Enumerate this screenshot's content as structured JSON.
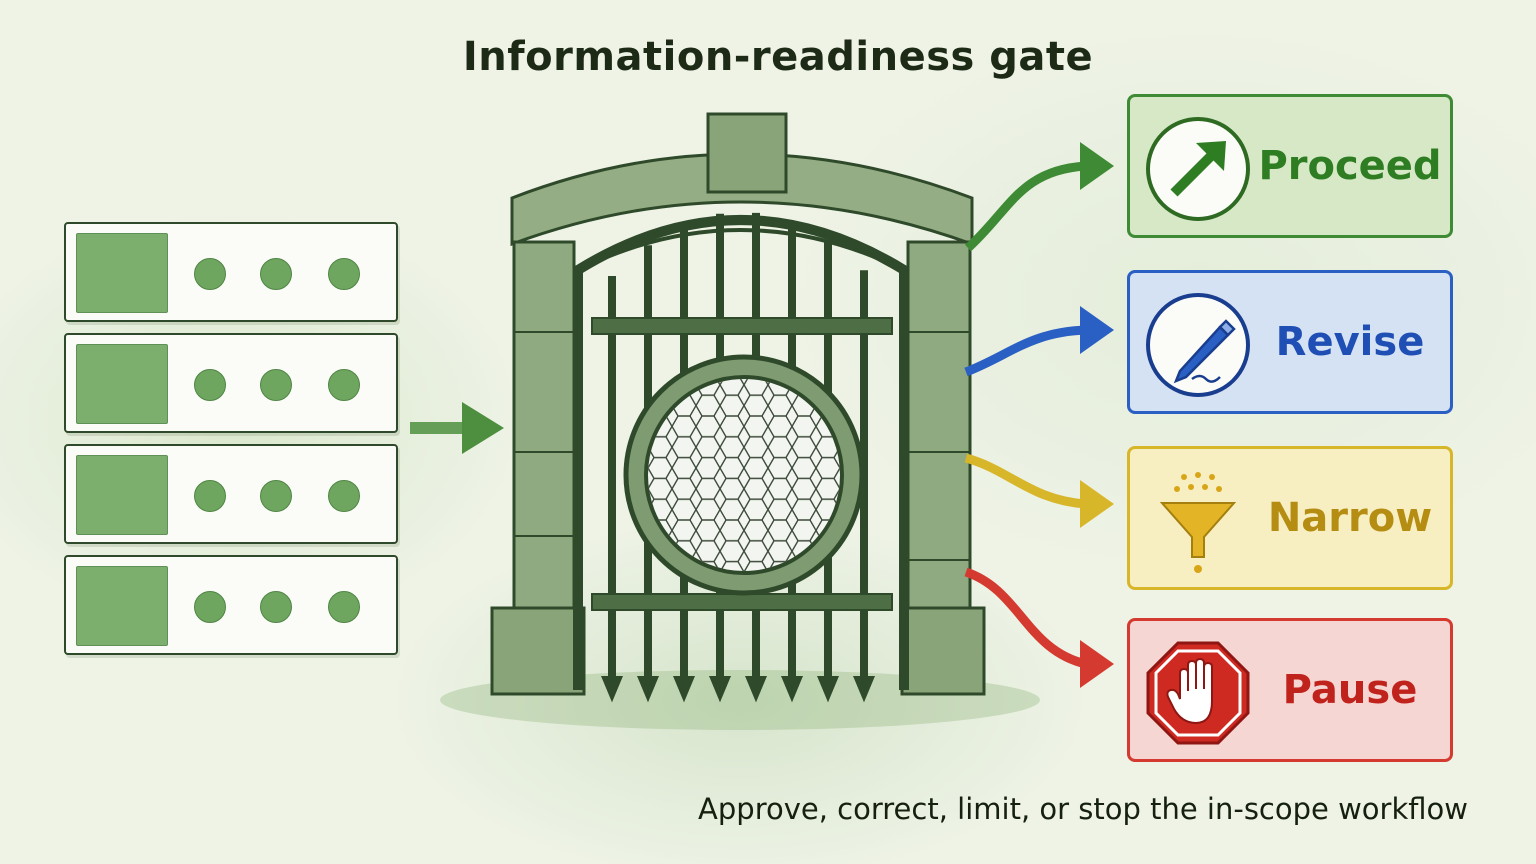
{
  "title": "Information-readiness gate",
  "caption": "Approve, correct, limit, or stop the in-scope workflow",
  "colors": {
    "gate_stone": "#8aa47a",
    "gate_iron": "#2f4a2a",
    "record_green": "#6fa65f",
    "proceed": "#2e7d23",
    "revise": "#1f4fb5",
    "narrow": "#c9a21a",
    "pause": "#cf2a22"
  },
  "records": [
    {
      "icon": "record-block",
      "dots": 3
    },
    {
      "icon": "record-block",
      "dots": 3
    },
    {
      "icon": "record-block",
      "dots": 3
    },
    {
      "icon": "record-block",
      "dots": 3
    }
  ],
  "outcomes": [
    {
      "label": "Proceed",
      "icon": "arrow-up-right-icon",
      "color": "#2e7d23",
      "bg": "#d6e8c6",
      "border": "#3f8a34"
    },
    {
      "label": "Revise",
      "icon": "pencil-icon",
      "color": "#1f4fb5",
      "bg": "#d5e2f3",
      "border": "#2a5fc4"
    },
    {
      "label": "Narrow",
      "icon": "funnel-icon",
      "color": "#b58d12",
      "bg": "#f7efc2",
      "border": "#d8b62a"
    },
    {
      "label": "Pause",
      "icon": "stop-hand-icon",
      "color": "#c0231c",
      "bg": "#f6d6d2",
      "border": "#d43a30"
    }
  ]
}
